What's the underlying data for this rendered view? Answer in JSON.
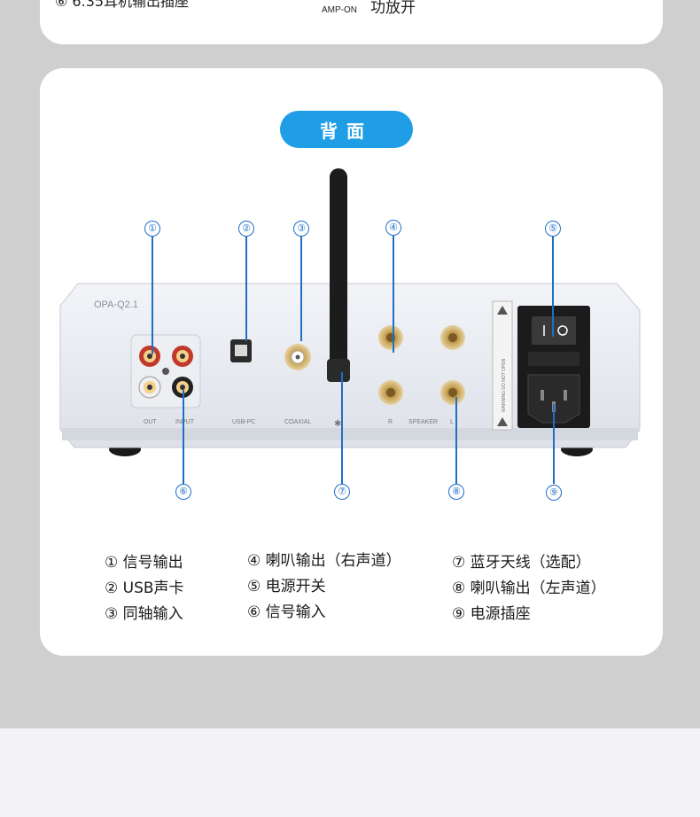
{
  "top_legend": {
    "partial_item": "⑥ 6.35耳机输出插座",
    "amp_icon_label": "AMP-ON",
    "amp_text": "功放开"
  },
  "section": {
    "title": "背面"
  },
  "device": {
    "model": "OPA-Q2.1",
    "port_labels": {
      "out": "OUT",
      "input": "INPUT",
      "usb": "USB-PC",
      "coaxial": "COAXIAL",
      "r": "R",
      "speaker": "SPEAKER",
      "l": "L"
    },
    "power_label_text": "WARNING DO NOT OPEN"
  },
  "callouts": [
    "①",
    "②",
    "③",
    "④",
    "⑤",
    "⑥",
    "⑦",
    "⑧",
    "⑨"
  ],
  "legend": {
    "col1": [
      "① 信号输出",
      "② USB声卡",
      "③ 同轴输入"
    ],
    "col2": [
      "④ 喇叭输出（右声道）",
      "⑤ 电源开关",
      "⑥ 信号输入"
    ],
    "col3": [
      "⑦ 蓝牙天线（选配）",
      "⑧ 喇叭输出（左声道）",
      "⑨ 电源插座"
    ]
  },
  "colors": {
    "accent": "#1f9ee6",
    "callout_line": "#1f6fc7",
    "page_gray": "#cfcfcf",
    "card": "#ffffff"
  }
}
